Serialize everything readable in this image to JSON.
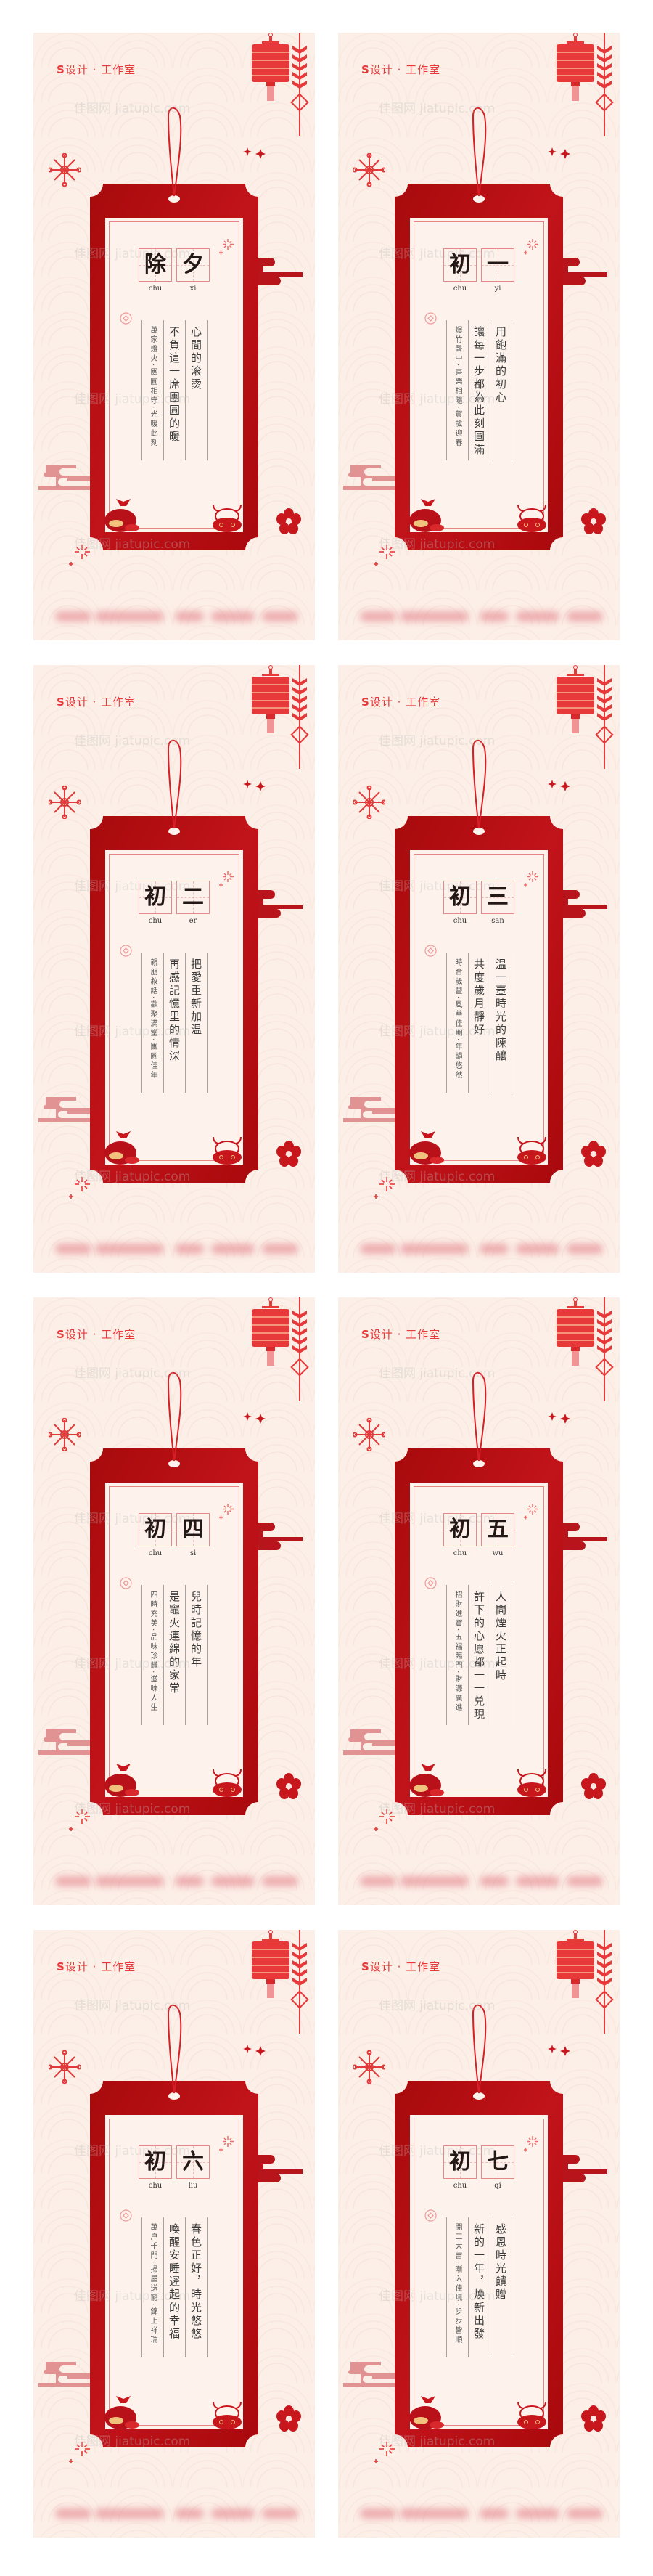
{
  "brand": {
    "logo_s": "S",
    "logo_text": "设计 · 工作室"
  },
  "watermark": "佳图网 jiatupic.com",
  "colors": {
    "accent": "#e8393a",
    "tag_red": "#b50d0f",
    "background": "#fcefe7",
    "paper": "#fdf3ec"
  },
  "icons": [
    "lantern-icon",
    "firecracker-icon",
    "snowflake-icon",
    "sparkle-icon",
    "cloud-icon",
    "plum-flower-icon",
    "lucky-bag-icon",
    "ox-icon",
    "coin-icon"
  ],
  "cards": [
    {
      "char1": "除",
      "char2": "夕",
      "py1": "chu",
      "py2": "xi",
      "line1": "心間的滚烫",
      "line2": "不負這一席團圓的暖",
      "line3": "萬家燈火·團圓相守·光暖此刻"
    },
    {
      "char1": "初",
      "char2": "一",
      "py1": "chu",
      "py2": "yi",
      "line1": "用飽滿的初心",
      "line2": "讓每一步都為此刻圓滿",
      "line3": "爆竹聲中·喜樂相隨·賀歲迎春"
    },
    {
      "char1": "初",
      "char2": "二",
      "py1": "chu",
      "py2": "er",
      "line1": "把愛重新加温",
      "line2": "再感記憶里的情深",
      "line3": "親朋敘話·歡聚滿堂·團圓佳年"
    },
    {
      "char1": "初",
      "char2": "三",
      "py1": "chu",
      "py2": "san",
      "line1": "温一壺時光的陳釀",
      "line2": "共度歲月靜好",
      "line3": "時合歲豐·風華佳期·年韻悠然"
    },
    {
      "char1": "初",
      "char2": "四",
      "py1": "chu",
      "py2": "si",
      "line1": "兒時記憶的年",
      "line2": "是竈火連綿的家常",
      "line3": "四時充美·品味珍饈·滋味人生"
    },
    {
      "char1": "初",
      "char2": "五",
      "py1": "chu",
      "py2": "wu",
      "line1": "人間煙火正起時",
      "line2": "許下的心愿都一一兑現",
      "line3": "招財進寶·五福臨門·財源廣進"
    },
    {
      "char1": "初",
      "char2": "六",
      "py1": "chu",
      "py2": "liu",
      "line1": "春色正好，時光悠悠",
      "line2": "喚醒安睡遲起的幸福",
      "line3": "萬户千門·掃屋送窮·錦上祥瑞"
    },
    {
      "char1": "初",
      "char2": "七",
      "py1": "chu",
      "py2": "qi",
      "line1": "感恩時光饋贈",
      "line2": "新的一年，煥新出發",
      "line3": "開工大吉·漸入佳境·步步皆順"
    }
  ]
}
